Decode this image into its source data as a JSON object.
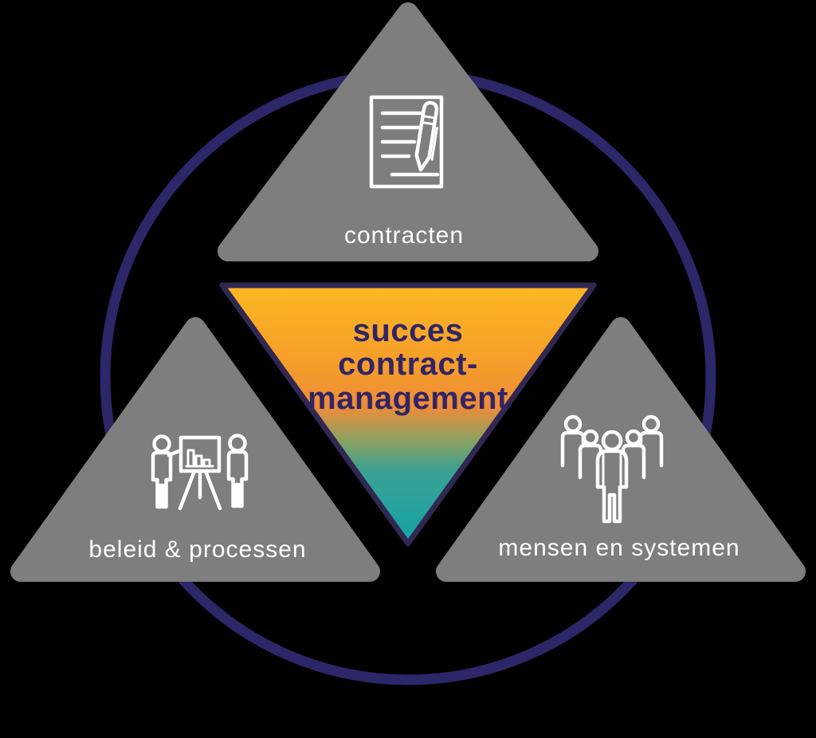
{
  "center_triangle": {
    "label_lines": [
      "succes",
      "contract-",
      "management"
    ]
  },
  "triangles": {
    "top": {
      "label": "contracten",
      "icon": "document-pen-icon"
    },
    "left": {
      "label": "beleid & processen",
      "icon": "presentation-chart-icon"
    },
    "right": {
      "label": "mensen en systemen",
      "icon": "people-group-icon"
    }
  },
  "colors": {
    "background": "#000000",
    "triangle_gray": "#7E7E7E",
    "ring_navy": "#2B2768",
    "center_border": "#302852",
    "center_text_navy": "#312566",
    "label_white": "#FFFFFF",
    "gradient": [
      "#FBB822",
      "#F59C2A",
      "#EE8C38",
      "#8CA161",
      "#3AA193",
      "#14A3A8"
    ]
  }
}
